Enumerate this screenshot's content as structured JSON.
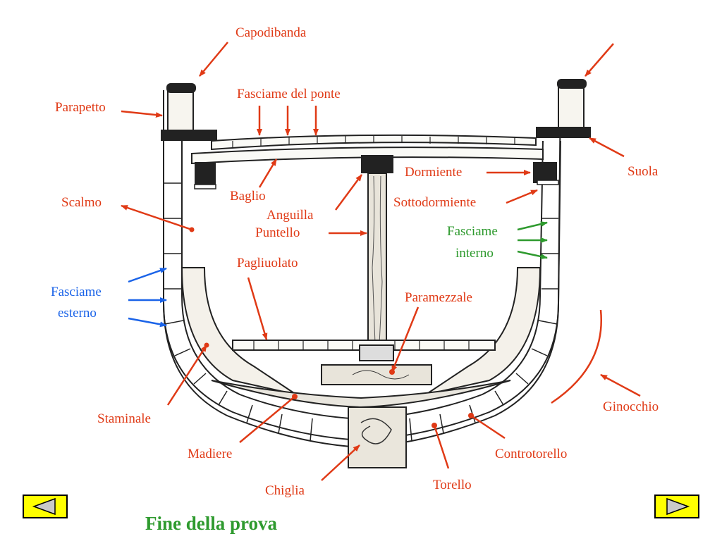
{
  "labels": {
    "capodibanda": "Capodibanda",
    "parapetto": "Parapetto",
    "fasciame_ponte": "Fasciame del ponte",
    "suola": "Suola",
    "dormiente": "Dormiente",
    "baglio": "Baglio",
    "anguilla": "Anguilla",
    "sottodormiente": "Sottodormiente",
    "scalmo": "Scalmo",
    "puntello": "Puntello",
    "fasciame_interno_1": "Fasciame",
    "fasciame_interno_2": "interno",
    "pagliuolato": "Pagliuolato",
    "fasciame_esterno_1": "Fasciame",
    "fasciame_esterno_2": "esterno",
    "paramezzale": "Paramezzale",
    "ginocchio": "Ginocchio",
    "staminale": "Staminale",
    "controtorello": "Controtorello",
    "madiere": "Madiere",
    "torello": "Torello",
    "chiglia": "Chiglia"
  },
  "navigation": {
    "prev_icon": "triangle-left-icon",
    "next_icon": "triangle-right-icon"
  },
  "footer": {
    "text": "Fine della prova"
  },
  "colors": {
    "red": "#e03a16",
    "blue": "#1a63e8",
    "green": "#2e9a2e",
    "button": "#ffff00"
  }
}
